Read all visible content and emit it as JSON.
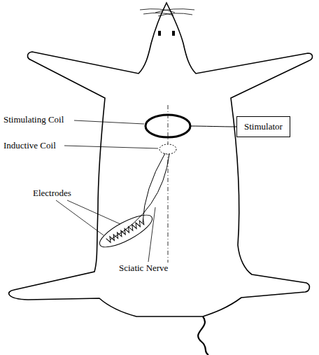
{
  "diagram": {
    "nodes": [
      {
        "text": [
          "Stimulator"
        ]
      }
    ],
    "labels": [
      "Stimulating Coil",
      "Inductive Coil",
      "Electrodes",
      "Sciatic Nerve"
    ]
  }
}
